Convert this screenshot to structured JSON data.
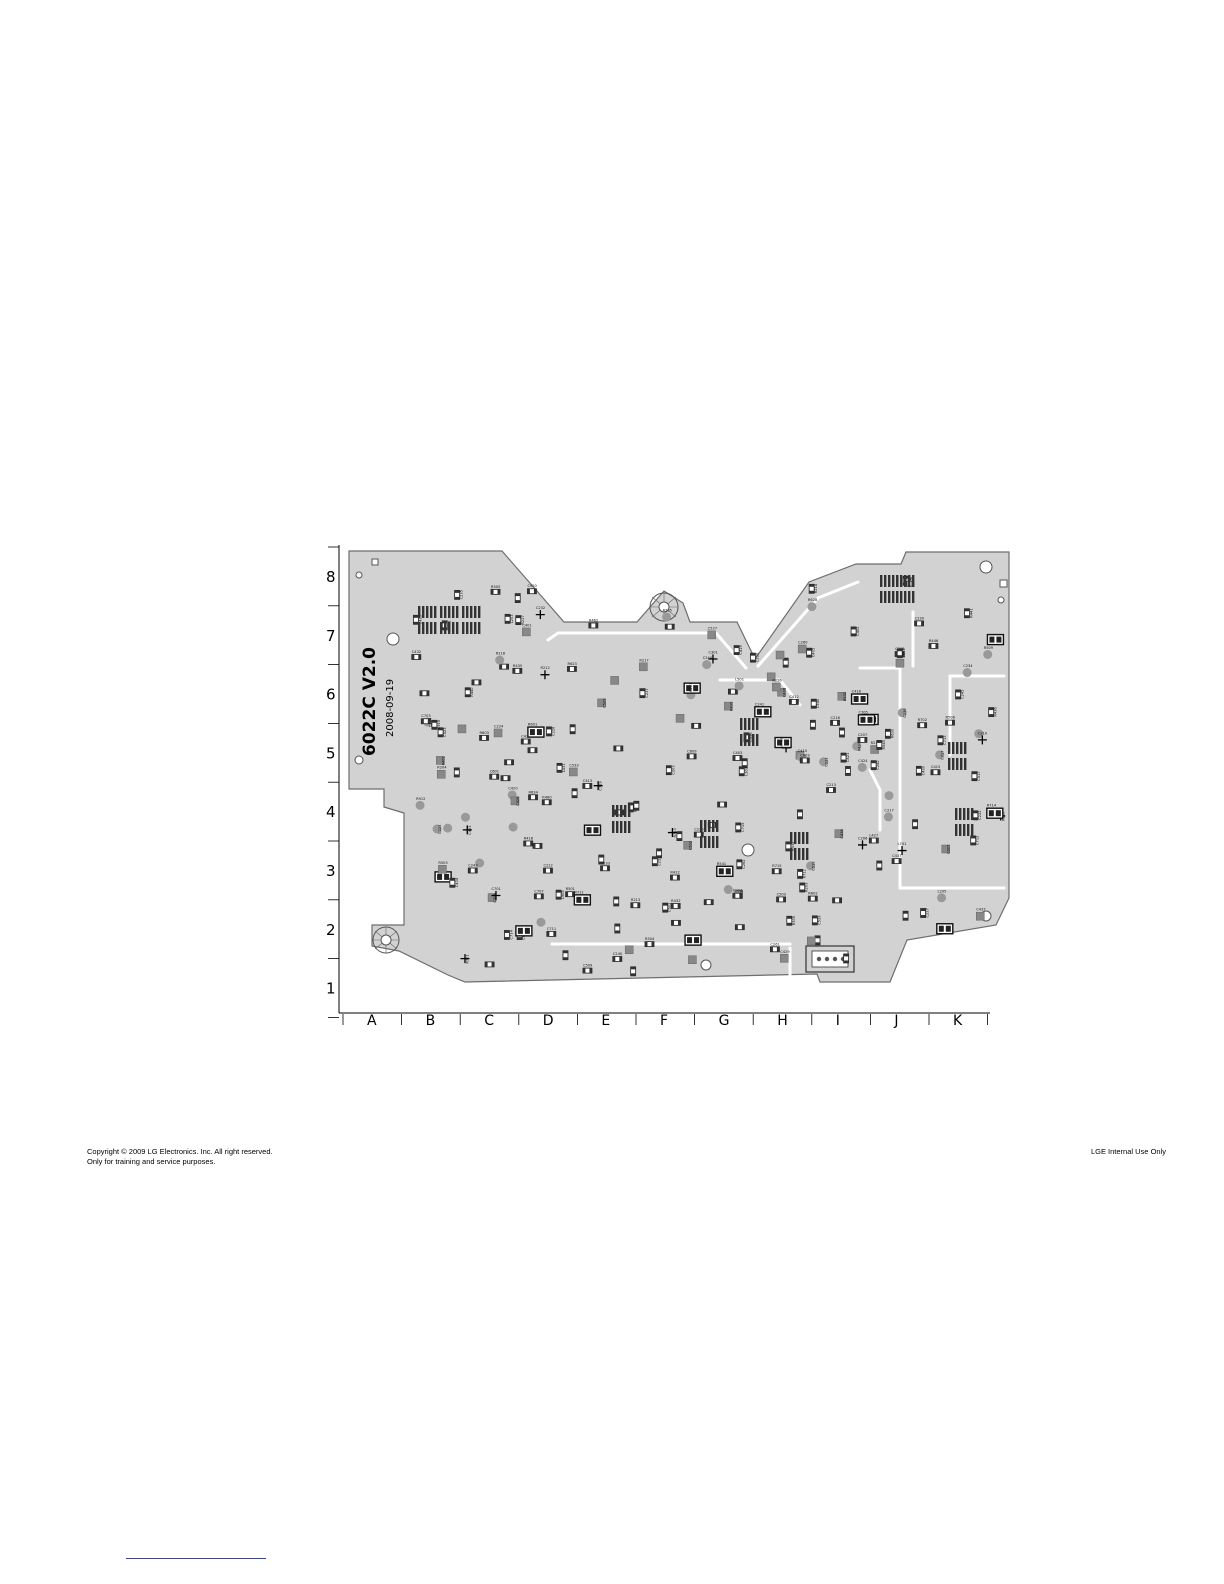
{
  "diagram": {
    "board_id": "6022C  V2.0",
    "board_date": "2008-09-19",
    "row_labels": [
      "8",
      "7",
      "6",
      "5",
      "4",
      "3",
      "2",
      "1"
    ],
    "column_labels": [
      "A",
      "B",
      "C",
      "D",
      "E",
      "F",
      "G",
      "H",
      "I",
      "J",
      "K"
    ],
    "component_labels": [
      "C405",
      "C401",
      "R438",
      "C420",
      "C429",
      "C424",
      "R446",
      "R441",
      "R440",
      "C427",
      "L431",
      "R432",
      "C433",
      "C418",
      "L427",
      "C415",
      "C410",
      "R418",
      "C430",
      "C428",
      "C431",
      "C432",
      "C423",
      "C421",
      "C419",
      "R422",
      "C403",
      "C406",
      "C402",
      "C412",
      "C413",
      "R435",
      "R436",
      "R437",
      "R439",
      "L302",
      "R305",
      "C225",
      "C226",
      "C227",
      "C301",
      "C251",
      "C205",
      "R226",
      "R227",
      "L205",
      "C260",
      "C261",
      "C262",
      "C203",
      "C204",
      "L203",
      "C211",
      "C223",
      "C224",
      "R203",
      "R204",
      "R205",
      "C221",
      "C222",
      "C210",
      "C208",
      "C207",
      "C206",
      "C233",
      "C234",
      "C235",
      "C236",
      "C238",
      "C239",
      "C240",
      "C241",
      "C242",
      "C243",
      "C244",
      "C245",
      "R210",
      "R211",
      "R212",
      "R213",
      "R214",
      "C212",
      "C213",
      "C216",
      "C217",
      "C232",
      "C237",
      "R217",
      "R218",
      "C501",
      "C502",
      "C503",
      "R501",
      "C505",
      "R503",
      "R504",
      "R505",
      "C511",
      "R506",
      "C509",
      "C517",
      "R509",
      "C519",
      "R541",
      "R545",
      "C523",
      "C527",
      "C529",
      "R531",
      "R532",
      "C531",
      "C533",
      "C539",
      "L501",
      "C601",
      "C603",
      "C605",
      "R601",
      "R602",
      "R603",
      "C607",
      "C609",
      "R623",
      "R628",
      "R630",
      "R634",
      "C701",
      "C703",
      "C705",
      "C707",
      "C709",
      "L701",
      "R702",
      "R701",
      "C711",
      "C712",
      "C713",
      "C714",
      "C715",
      "C717",
      "C719",
      "R711",
      "R712",
      "R713",
      "R714",
      "R715",
      "C436",
      "C437",
      "C438",
      "R460",
      "R461",
      "R462",
      "C437",
      "C434",
      "L905",
      "C915",
      "R912",
      "C920",
      "C940",
      "L901",
      "C904",
      "C903",
      "C305",
      "C306",
      "R311",
      "R312",
      "C311",
      "C332",
      "R330",
      "R331",
      "C330",
      "C331",
      "R320",
      "C320",
      "C321",
      "L321",
      "C323",
      "C324",
      "R323",
      "C340",
      "C341",
      "C342",
      "R340",
      "R341",
      "C345",
      "R345",
      "C350",
      "C351",
      "R350",
      "R351",
      "R352",
      "C354",
      "L355",
      "C360",
      "C361",
      "R360",
      "R361",
      "C362",
      "C363",
      "R362",
      "C365",
      "R365",
      "C370",
      "C371",
      "C373",
      "R374",
      "R375"
    ]
  },
  "footer": {
    "copyright": "Copyright © 2009 LG Electronics. Inc. All right reserved.",
    "purpose": "Only for training and service purposes.",
    "internal": "LGE Internal Use Only"
  }
}
